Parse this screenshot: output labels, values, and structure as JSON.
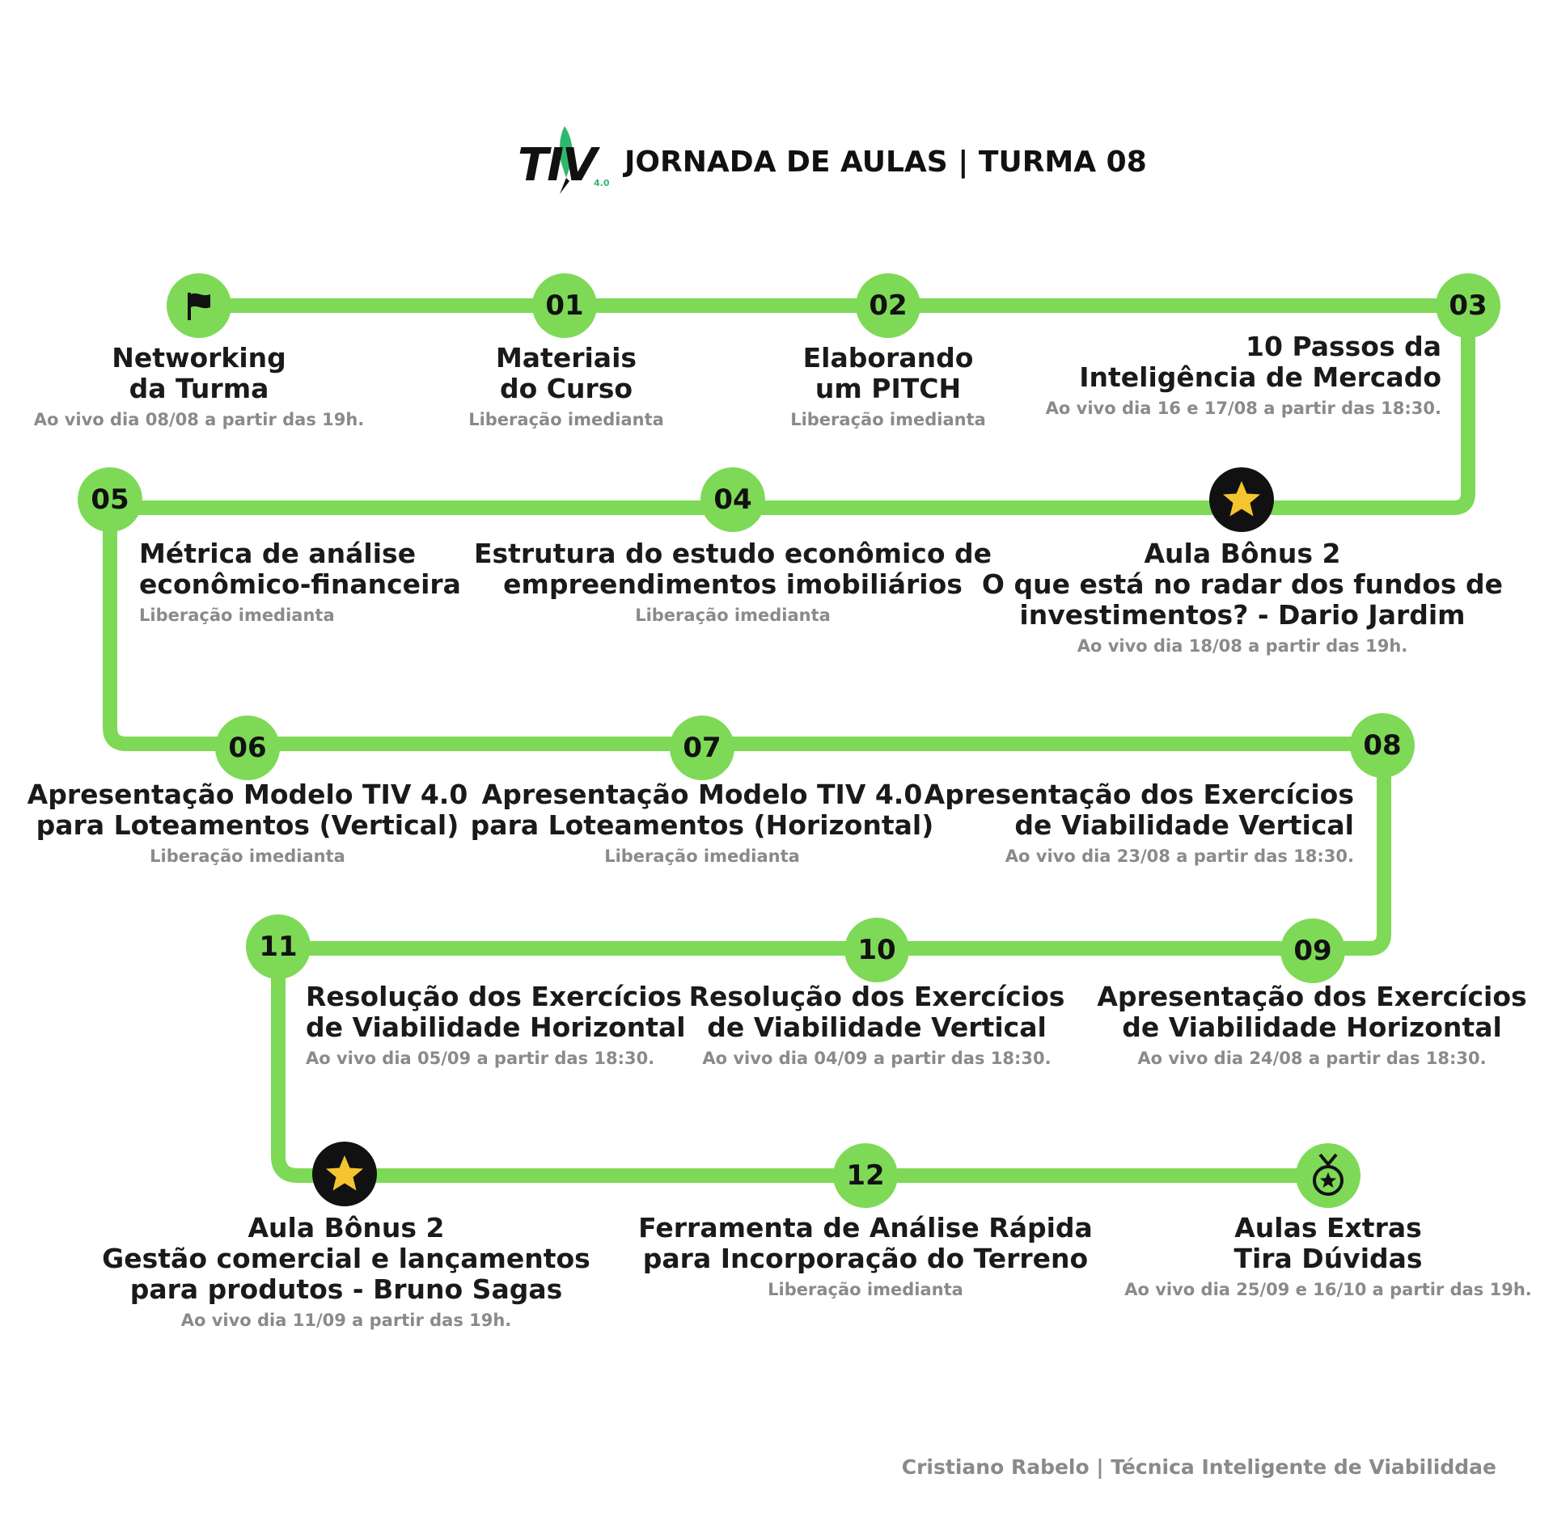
{
  "header": {
    "logo_text": "TIV",
    "logo_badge": "4.0",
    "title": "JORNADA DE AULAS | TURMA 08"
  },
  "colors": {
    "path": "#7ed957",
    "node_dark": "#111111",
    "star": "#f5c431",
    "subtitle": "#8a8a8a",
    "text": "#1a1a1a",
    "logo_accent": "#2fb86b"
  },
  "steps": [
    {
      "id": "networking",
      "badge": "",
      "icon": "flag-icon",
      "title_lines": [
        "Networking",
        "da Turma"
      ],
      "subtitle": "Ao vivo dia 08/08 a partir das 19h."
    },
    {
      "id": "01",
      "badge": "01",
      "icon": "",
      "title_lines": [
        "Materiais",
        "do Curso"
      ],
      "subtitle": "Liberação imedianta"
    },
    {
      "id": "02",
      "badge": "02",
      "icon": "",
      "title_lines": [
        "Elaborando",
        "um PITCH"
      ],
      "subtitle": "Liberação imedianta"
    },
    {
      "id": "03",
      "badge": "03",
      "icon": "",
      "title_lines": [
        "10 Passos da",
        "Inteligência de Mercado"
      ],
      "subtitle": "Ao vivo dia 16 e 17/08 a partir das 18:30."
    },
    {
      "id": "bonus1",
      "badge": "",
      "icon": "star-icon",
      "title_lines": [
        "Aula Bônus 2",
        "O que está no radar dos fundos de",
        "investimentos? - Dario Jardim"
      ],
      "subtitle": "Ao vivo dia 18/08 a partir das 19h."
    },
    {
      "id": "04",
      "badge": "04",
      "icon": "",
      "title_lines": [
        "Estrutura do estudo econômico de",
        "empreendimentos imobiliários"
      ],
      "subtitle": "Liberação imedianta"
    },
    {
      "id": "05",
      "badge": "05",
      "icon": "",
      "title_lines": [
        "Métrica de análise",
        "econômico-financeira"
      ],
      "subtitle": "Liberação imedianta"
    },
    {
      "id": "06",
      "badge": "06",
      "icon": "",
      "title_lines": [
        "Apresentação Modelo TIV 4.0",
        "para Loteamentos (Vertical)"
      ],
      "subtitle": "Liberação imedianta"
    },
    {
      "id": "07",
      "badge": "07",
      "icon": "",
      "title_lines": [
        "Apresentação Modelo TIV 4.0",
        "para Loteamentos (Horizontal)"
      ],
      "subtitle": "Liberação imedianta"
    },
    {
      "id": "08",
      "badge": "08",
      "icon": "",
      "title_lines": [
        "Apresentação dos Exercícios",
        "de Viabilidade Vertical"
      ],
      "subtitle": "Ao vivo dia 23/08 a partir das 18:30."
    },
    {
      "id": "09",
      "badge": "09",
      "icon": "",
      "title_lines": [
        "Apresentação dos Exercícios",
        "de Viabilidade Horizontal"
      ],
      "subtitle": "Ao vivo dia 24/08 a partir das 18:30."
    },
    {
      "id": "10",
      "badge": "10",
      "icon": "",
      "title_lines": [
        "Resolução dos Exercícios",
        "de Viabilidade Vertical"
      ],
      "subtitle": "Ao vivo dia 04/09 a partir das 18:30."
    },
    {
      "id": "11",
      "badge": "11",
      "icon": "",
      "title_lines": [
        "Resolução dos Exercícios",
        "de Viabilidade Horizontal"
      ],
      "subtitle": "Ao vivo dia 05/09 a partir das 18:30."
    },
    {
      "id": "bonus2",
      "badge": "",
      "icon": "star-icon",
      "title_lines": [
        "Aula Bônus 2",
        "Gestão comercial e lançamentos",
        "para produtos - Bruno Sagas"
      ],
      "subtitle": "Ao vivo dia 11/09  a partir das 19h."
    },
    {
      "id": "12",
      "badge": "12",
      "icon": "",
      "title_lines": [
        "Ferramenta de Análise Rápida",
        "para Incorporação do Terreno"
      ],
      "subtitle": "Liberação imedianta"
    },
    {
      "id": "extras",
      "badge": "",
      "icon": "medal-icon",
      "title_lines": [
        "Aulas Extras",
        "Tira Dúvidas"
      ],
      "subtitle": "Ao vivo dia 25/09 e 16/10 a partir das 19h."
    }
  ],
  "footer": {
    "credit": "Cristiano Rabelo | Técnica Inteligente de Viabiliddae"
  }
}
